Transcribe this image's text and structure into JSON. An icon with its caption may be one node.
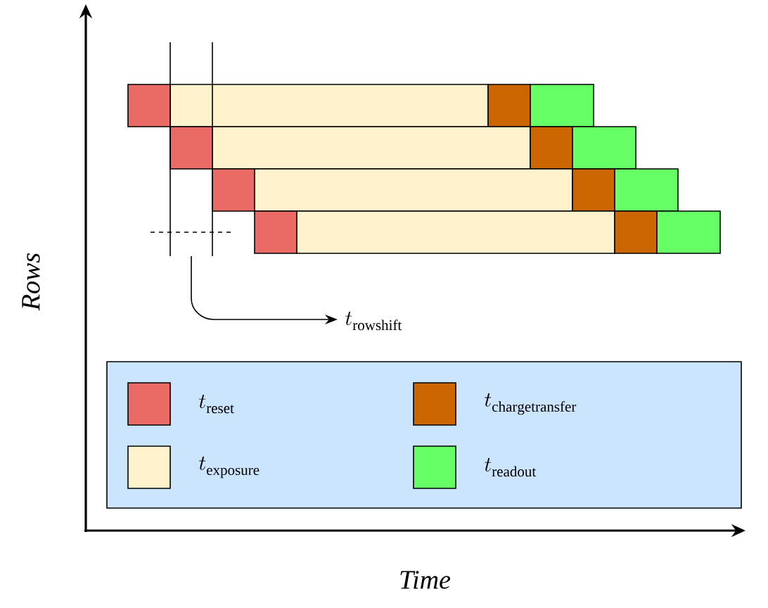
{
  "diagram": {
    "labels": [
      "t_{\\mathrm{rowshift}}",
      "*Rows*",
      "*Time*"
    ],
    "legend": [
      {
        "text": "t_{\\mathrm{reset}}",
        "color": "#ea6b66"
      },
      {
        "text": "t_{\\mathrm{chargetransfer}}",
        "color": "#cc6600"
      },
      {
        "text": "t_{\\mathrm{exposure}}",
        "color": "#fff2cc"
      },
      {
        "text": "t_{\\mathrm{readout}}",
        "color": "#66ff66"
      }
    ]
  }
}
